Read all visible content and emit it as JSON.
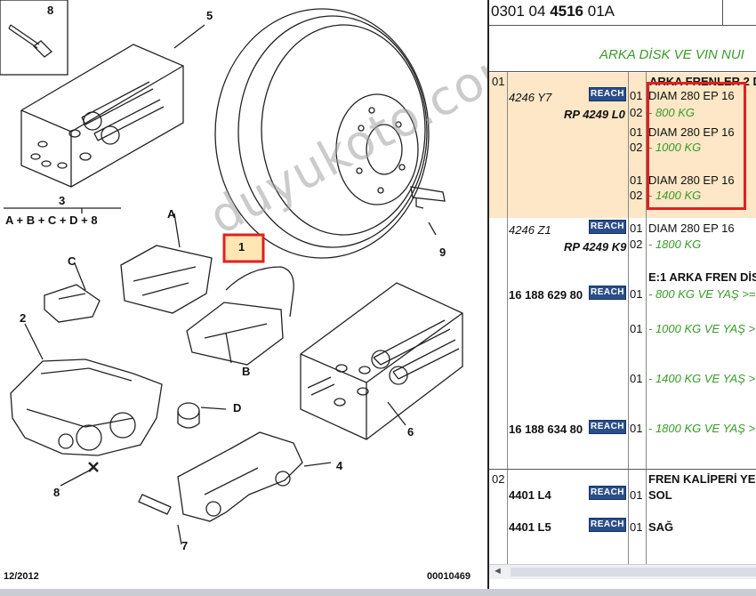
{
  "diagram": {
    "callouts": [
      "8",
      "5",
      "3",
      "A + B + C + D + 8",
      "A",
      "C",
      "2",
      "B",
      "D",
      "9",
      "6",
      "4",
      "8",
      "7",
      "1"
    ],
    "date_label": "12/2012",
    "drawing_number": "00010469",
    "watermark": "duyukoto.com"
  },
  "panel": {
    "ref": {
      "prefix": "0301 04 ",
      "bold": "4516",
      "suffix": " 01A"
    },
    "section_title": "ARKA DİSK VE VIN NUI",
    "reach_label": "REACH",
    "groups": [
      {
        "group_no": "01",
        "items": [
          {
            "code": "4246 Y7",
            "ref": "RP 4249 L0",
            "reach": true,
            "heading": "ARKA FRENLER 2 D",
            "lines": [
              {
                "no": "01",
                "text": "DIAM 280 EP 16"
              },
              {
                "no": "02",
                "text": "- 800 KG",
                "green": true
              },
              {
                "no": "01",
                "text": "DIAM 280 EP 16"
              },
              {
                "no": "02",
                "text": "- 1000 KG",
                "green": true
              },
              {
                "no": "01",
                "text": "DIAM 280 EP 16"
              },
              {
                "no": "02",
                "text": "- 1400 KG",
                "green": true
              }
            ]
          },
          {
            "code": "4246 Z1",
            "ref": "RP 4249 K9",
            "reach": true,
            "lines": [
              {
                "no": "01",
                "text": "DIAM 280 EP 16"
              },
              {
                "no": "02",
                "text": "- 1800 KG",
                "green": true
              }
            ]
          },
          {
            "code": "16 188 629 80",
            "reach": true,
            "heading": "E:1 ARKA FREN DİS",
            "lines": [
              {
                "no": "01",
                "text": "- 800 KG VE YAŞ >=",
                "green": true
              },
              {
                "no": "01",
                "text": "- 1000 KG VE YAŞ >",
                "green": true
              },
              {
                "no": "01",
                "text": "- 1400 KG VE YAŞ >",
                "green": true
              }
            ]
          },
          {
            "code": "16 188 634 80",
            "reach": true,
            "lines": [
              {
                "no": "01",
                "text": "- 1800 KG VE YAŞ >",
                "green": true
              }
            ]
          }
        ]
      },
      {
        "group_no": "02",
        "heading": "FREN KALİPERİ YE",
        "items": [
          {
            "code": "4401 L4",
            "reach": true,
            "lines": [
              {
                "no": "01",
                "text": "SOL"
              }
            ]
          },
          {
            "code": "4401 L5",
            "reach": true,
            "lines": [
              {
                "no": "01",
                "text": "SAĞ"
              }
            ]
          }
        ]
      }
    ],
    "scroll_arrow": "◄"
  },
  "colors": {
    "accent_green": "#3a9a2a",
    "highlight": "#fde7c6",
    "reach_blue": "#2a4e8a",
    "callout_red": "#e02020"
  }
}
